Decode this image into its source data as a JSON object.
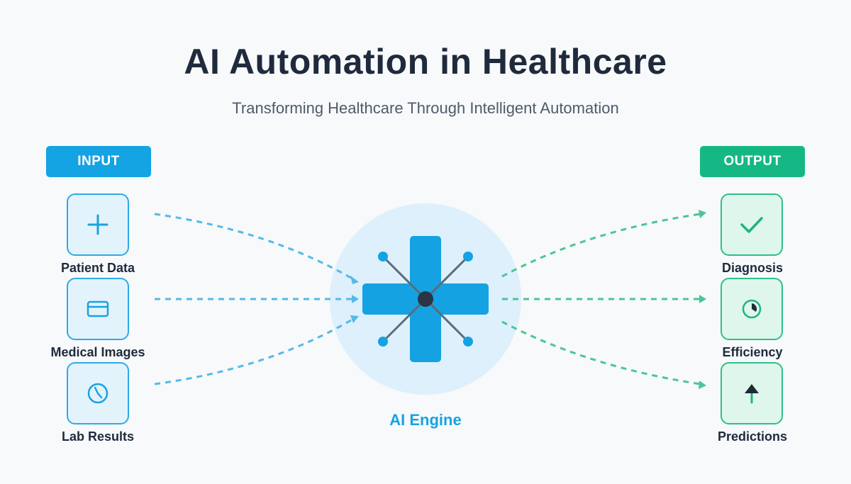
{
  "header": {
    "title": "AI Automation in Healthcare",
    "subtitle": "Transforming Healthcare Through Intelligent Automation"
  },
  "input": {
    "label": "INPUT",
    "color": "#14a3e3",
    "items": [
      {
        "label": "Patient Data",
        "icon": "plus-icon"
      },
      {
        "label": "Medical Images",
        "icon": "image-card-icon"
      },
      {
        "label": "Lab Results",
        "icon": "clock-icon"
      }
    ]
  },
  "engine": {
    "label": "AI Engine",
    "icon": "medical-cross-network-icon",
    "color": "#16a3e0"
  },
  "output": {
    "label": "OUTPUT",
    "color": "#15b884",
    "items": [
      {
        "label": "Diagnosis",
        "icon": "checkmark-icon"
      },
      {
        "label": "Efficiency",
        "icon": "pie-timer-icon"
      },
      {
        "label": "Predictions",
        "icon": "arrow-up-icon"
      }
    ]
  }
}
